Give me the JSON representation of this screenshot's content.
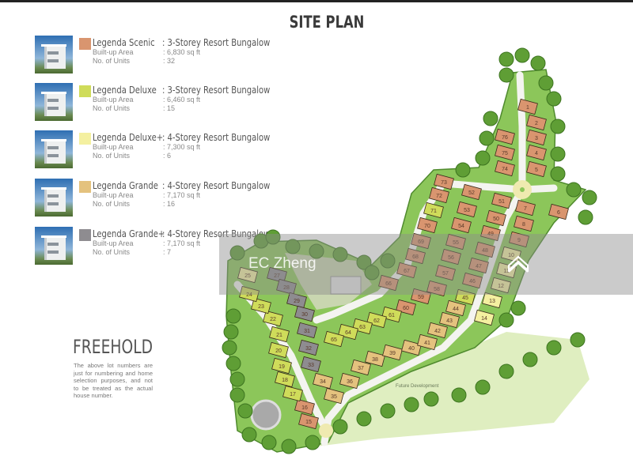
{
  "title": "SITE PLAN",
  "legend": [
    {
      "name": "Legenda Scenic",
      "type": ": 3-Storey Resort Bungalow",
      "area_label": "Built-up Area",
      "area": ": 6,830 sq ft",
      "units_label": "No. of Units",
      "units": ": 32",
      "color": "#d9956f"
    },
    {
      "name": "Legenda Deluxe",
      "type": ": 3-Storey Resort Bungalow",
      "area_label": "Built-up Area",
      "area": ": 6,460 sq ft",
      "units_label": "No. of Units",
      "units": ": 15",
      "color": "#cfdc5a"
    },
    {
      "name": "Legenda Deluxe+",
      "type": ": 4-Storey Resort Bungalow",
      "area_label": "Built-up Area",
      "area": ": 7,300 sq ft",
      "units_label": "No. of Units",
      "units": ": 6",
      "color": "#f4f0a0"
    },
    {
      "name": "Legenda Grande",
      "type": ": 4-Storey Resort Bungalow",
      "area_label": "Built-up Area",
      "area": ": 7,170 sq ft",
      "units_label": "No. of Units",
      "units": ": 16",
      "color": "#e4c27e"
    },
    {
      "name": "Legenda Grande+",
      "type": ": 4-Storey Resort Bungalow",
      "area_label": "Built-up Area",
      "area": ": 7,170 sq ft",
      "units_label": "No. of Units",
      "units": ": 7",
      "color": "#8e8c90"
    }
  ],
  "tenure": "FREEHOLD",
  "note": "The above lot numbers are just for numbering and home selection purposes, and not to be treated as the actual house number.",
  "map": {
    "future_label": "Future Development",
    "lots": {
      "scenic": [
        1,
        2,
        3,
        4,
        5,
        6,
        7,
        8,
        9,
        15,
        16,
        46,
        47,
        48,
        49,
        50,
        51,
        52,
        53,
        54,
        55,
        56,
        57,
        58,
        59,
        60,
        66,
        67,
        68,
        69,
        70,
        72,
        73,
        74,
        75,
        76
      ],
      "deluxe": [
        17,
        18,
        19,
        20,
        21,
        22,
        23,
        24,
        45,
        61,
        62,
        63,
        64,
        65,
        71
      ],
      "deluxe_plus": [
        10,
        11,
        12,
        13,
        14,
        25
      ],
      "grande": [
        34,
        35,
        36,
        37,
        38,
        39,
        40,
        41,
        42,
        43,
        44
      ],
      "grande_plus": [
        27,
        28,
        29,
        30,
        31,
        32,
        33
      ]
    }
  },
  "watermark": {
    "text": "EC Zheng"
  }
}
